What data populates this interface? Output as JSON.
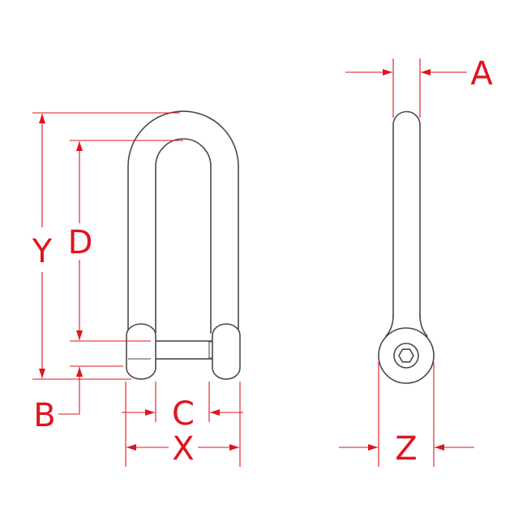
{
  "dimensions": {
    "Y": "Y",
    "D": "D",
    "B": "B",
    "C": "C",
    "X": "X",
    "A": "A",
    "Z": "Z"
  },
  "colors": {
    "dimension": "#e0141e",
    "outline": "#4a4a4a",
    "background": "#ffffff"
  }
}
